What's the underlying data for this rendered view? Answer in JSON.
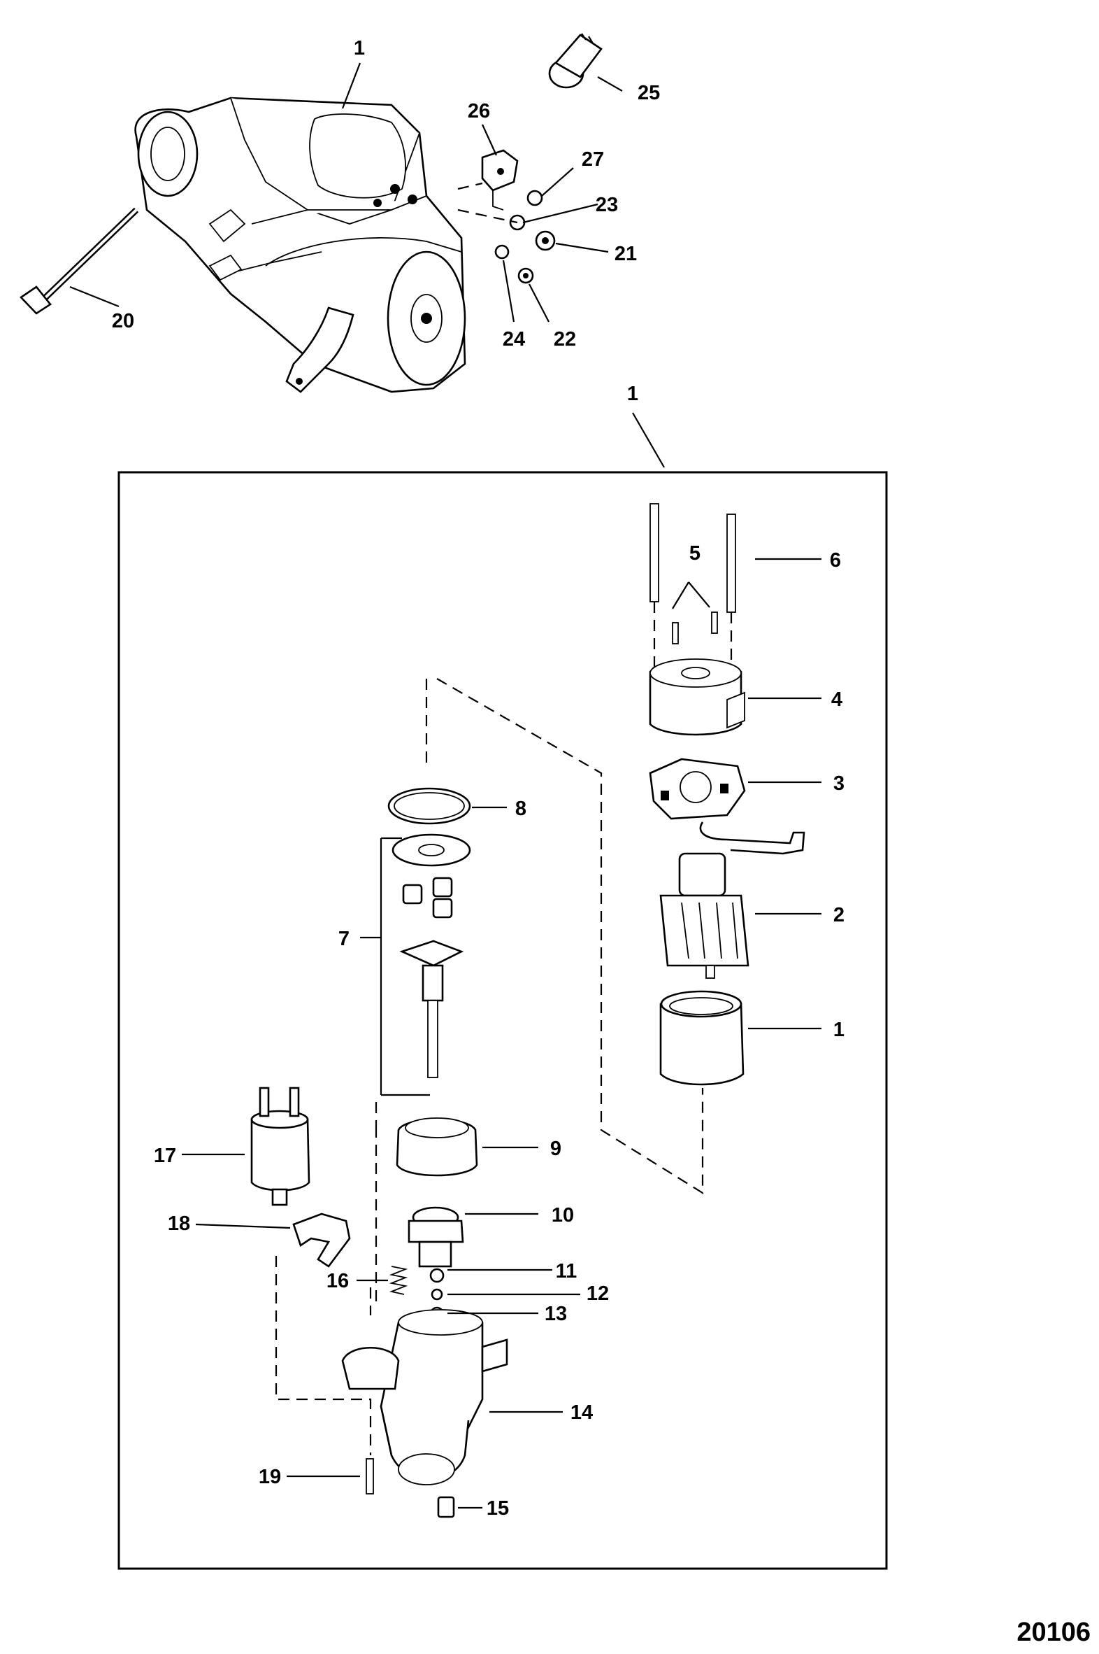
{
  "figure_number": "20106",
  "assembly_label": "1",
  "callouts": [
    {
      "id": "c1-top",
      "label": "1"
    },
    {
      "id": "c25",
      "label": "25"
    },
    {
      "id": "c26",
      "label": "26"
    },
    {
      "id": "c27",
      "label": "27"
    },
    {
      "id": "c23",
      "label": "23"
    },
    {
      "id": "c21",
      "label": "21"
    },
    {
      "id": "c20",
      "label": "20"
    },
    {
      "id": "c24",
      "label": "24"
    },
    {
      "id": "c22",
      "label": "22"
    },
    {
      "id": "c5",
      "label": "5"
    },
    {
      "id": "c6",
      "label": "6"
    },
    {
      "id": "c4",
      "label": "4"
    },
    {
      "id": "c3",
      "label": "3"
    },
    {
      "id": "c8",
      "label": "8"
    },
    {
      "id": "c2",
      "label": "2"
    },
    {
      "id": "c7",
      "label": "7"
    },
    {
      "id": "c1-inner",
      "label": "1"
    },
    {
      "id": "c9",
      "label": "9"
    },
    {
      "id": "c17",
      "label": "17"
    },
    {
      "id": "c10",
      "label": "10"
    },
    {
      "id": "c18",
      "label": "18"
    },
    {
      "id": "c11",
      "label": "11"
    },
    {
      "id": "c16",
      "label": "16"
    },
    {
      "id": "c12",
      "label": "12"
    },
    {
      "id": "c13",
      "label": "13"
    },
    {
      "id": "c14",
      "label": "14"
    },
    {
      "id": "c19",
      "label": "19"
    },
    {
      "id": "c15",
      "label": "15"
    }
  ]
}
